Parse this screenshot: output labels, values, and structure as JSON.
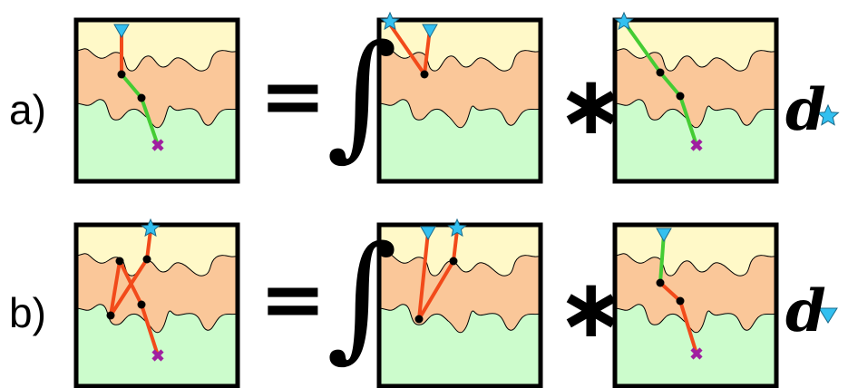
{
  "rows": [
    {
      "label": "a)",
      "differential": "d",
      "measure_icon": "star-icon"
    },
    {
      "label": "b)",
      "differential": "d",
      "measure_icon": "triangle-down-icon"
    }
  ],
  "operators": {
    "equals": "=",
    "integral": "∫",
    "convolution": "∗"
  },
  "colors": {
    "top_layer": "#fff9c8",
    "middle_layer": "#fac799",
    "bottom_layer": "#ccfccc",
    "red_path": "#f24a1a",
    "green_path": "#44cc33",
    "marker_blue": "#33c0f0",
    "marker_purple": "#a020a0",
    "frame": "#000000"
  }
}
